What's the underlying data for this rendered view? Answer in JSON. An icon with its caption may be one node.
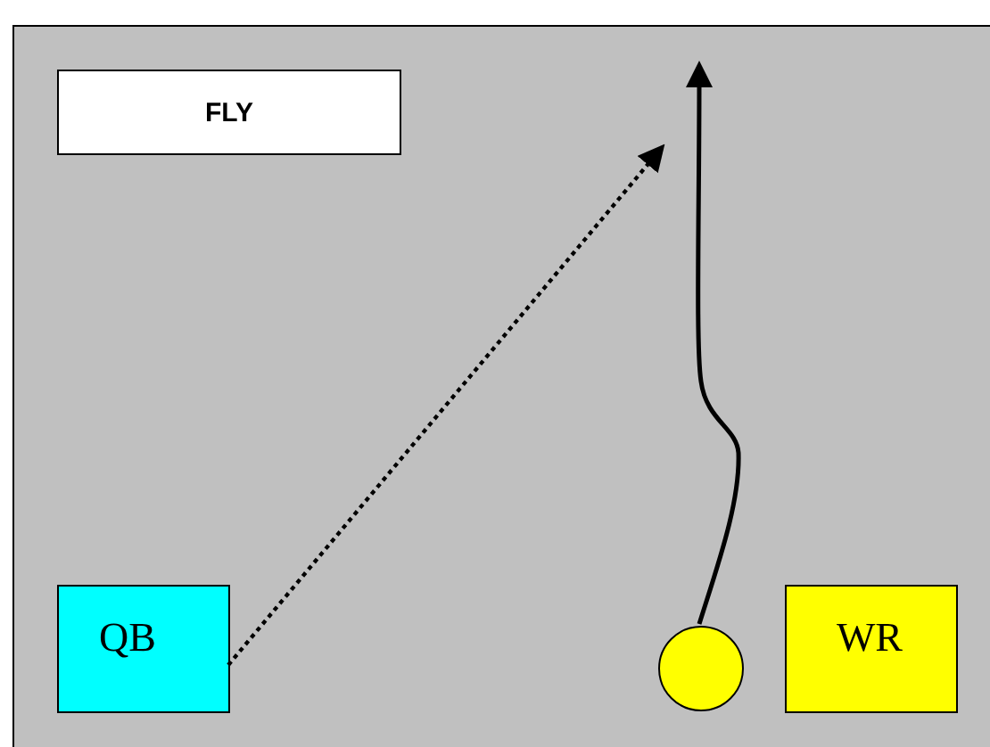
{
  "diagram": {
    "nodes": [
      {
        "text": [
          "FLY"
        ]
      },
      {
        "text": [
          "QB"
        ]
      },
      {
        "text": [],
        "shape": "circle"
      },
      {
        "text": [
          "WR"
        ]
      }
    ],
    "edges": [
      {
        "from": 1,
        "to": null,
        "arrow": "to",
        "style": "dashed"
      },
      {
        "from": 2,
        "to": null,
        "arrow": "to"
      }
    ]
  }
}
